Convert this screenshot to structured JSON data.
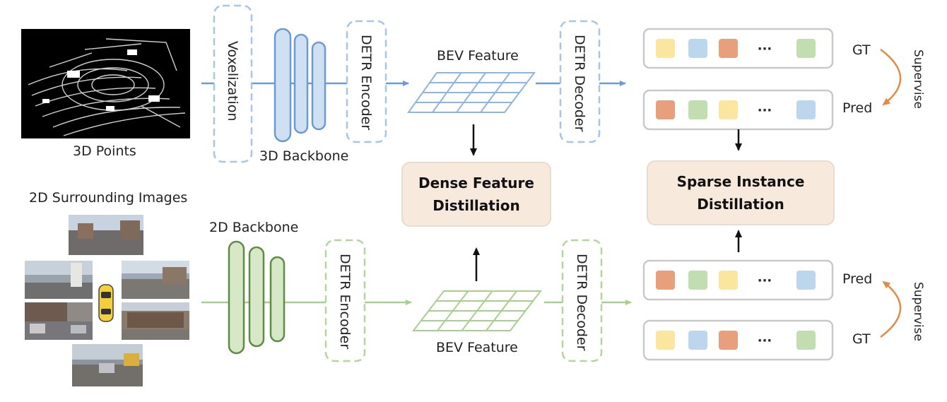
{
  "labels": {
    "points": "3D Points",
    "surround": "2D Surrounding Images",
    "voxelization": "Voxelization",
    "backbone_3d": "3D Backbone",
    "backbone_2d": "2D Backbone",
    "detr_encoder_top": "DETR Encoder",
    "detr_encoder_bottom": "DETR Encoder",
    "detr_decoder_top": "DETR Decoder",
    "detr_decoder_bottom": "DETR Decoder",
    "bev_top": "BEV Feature",
    "bev_bottom": "BEV Feature",
    "dense_line1": "Dense Feature",
    "dense_line2": "Distillation",
    "sparse_line1": "Sparse Instance",
    "sparse_line2": "Distillation",
    "gt_top": "GT",
    "pred_top": "Pred",
    "pred_bottom": "Pred",
    "gt_bottom": "GT",
    "supervise_top": "Supervise",
    "supervise_bottom": "Supervise",
    "ellipsis": "···"
  },
  "colors": {
    "lidar_branch": "#6b9bd2",
    "camera_branch": "#a8d08d",
    "distill_box": "#f7e9dc",
    "supervise_arrow": "#e38a45",
    "query_yellow": "#fbe6a0",
    "query_blue": "#bcd6ee",
    "query_orange": "#e8a07c",
    "query_green": "#c2ddb0"
  },
  "query_rows": {
    "gt_top": [
      "yellow",
      "blue",
      "orange",
      "green"
    ],
    "pred_top": [
      "orange",
      "green",
      "yellow",
      "blue"
    ],
    "pred_bottom": [
      "orange",
      "green",
      "yellow",
      "blue"
    ],
    "gt_bottom": [
      "yellow",
      "blue",
      "orange",
      "green"
    ]
  }
}
